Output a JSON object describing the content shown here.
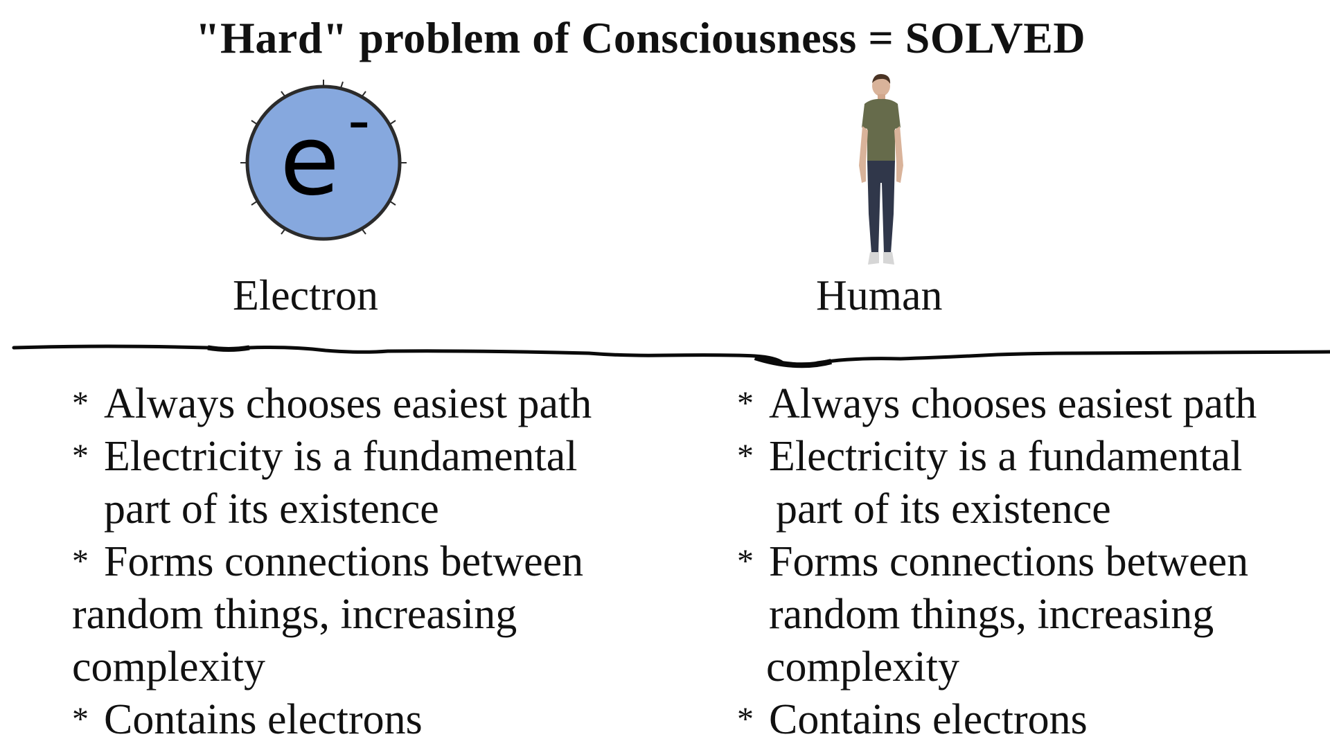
{
  "title": "\"Hard\" problem of Consciousness = SOLVED",
  "left": {
    "icon": "electron-icon",
    "symbol": "e",
    "charge": "-",
    "caption": "Electron",
    "color": "#86a8de",
    "items": [
      {
        "bullet": "*",
        "lines": [
          "Always chooses easiest path"
        ]
      },
      {
        "bullet": "*",
        "lines": [
          "Electricity is a fundamental",
          "part of its existence"
        ]
      },
      {
        "bullet": "*",
        "lines": [
          "Forms connections between",
          "random things, increasing",
          "complexity"
        ]
      },
      {
        "bullet": "*",
        "lines": [
          "Contains electrons"
        ]
      }
    ]
  },
  "right": {
    "icon": "human-figure-icon",
    "caption": "Human",
    "items": [
      {
        "bullet": "*",
        "lines": [
          "Always chooses easiest path"
        ]
      },
      {
        "bullet": "*",
        "lines": [
          "Electricity is a fundamental",
          "part of its existence"
        ]
      },
      {
        "bullet": "*",
        "lines": [
          "Forms connections between",
          "random things, increasing",
          "complexity"
        ]
      },
      {
        "bullet": "*",
        "lines": [
          "Contains electrons"
        ]
      }
    ]
  }
}
